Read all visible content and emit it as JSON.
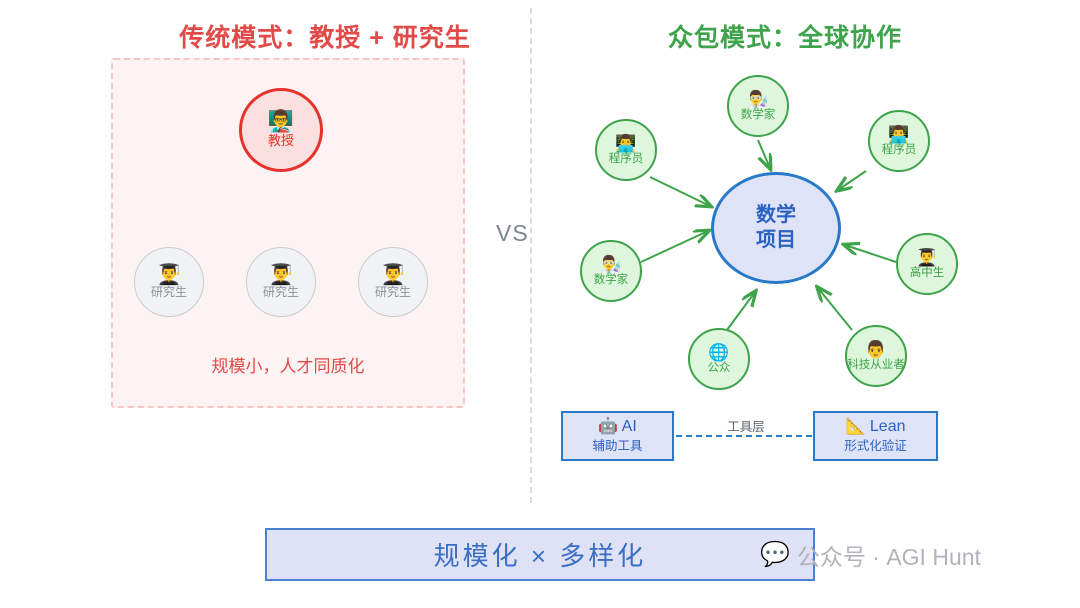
{
  "left_panel": {
    "title": "传统模式：教授 + 研究生",
    "title_color": "#e24a4a",
    "root": {
      "label": "教授",
      "icon": "teacher-emoji",
      "glyph": "👨‍🏫"
    },
    "children": [
      {
        "label": "研究生",
        "icon": "student-emoji",
        "glyph": "👨‍🎓"
      },
      {
        "label": "研究生",
        "icon": "student-emoji",
        "glyph": "👨‍🎓"
      },
      {
        "label": "研究生",
        "icon": "student-emoji",
        "glyph": "👨‍🎓"
      }
    ],
    "caption": "规模小，人才同质化"
  },
  "divider": {
    "label": "VS"
  },
  "right_panel": {
    "title": "众包模式：全球协作",
    "title_color": "#3ea34b",
    "hub": {
      "line1": "数学",
      "line2": "项目",
      "color": "#2a62c4"
    },
    "contributors": [
      {
        "label": "数学家",
        "icon": "scientist-emoji",
        "glyph": "👨‍🔬"
      },
      {
        "label": "程序员",
        "icon": "technologist-emoji",
        "glyph": "👨‍💻"
      },
      {
        "label": "程序员",
        "icon": "technologist-emoji",
        "glyph": "👨‍💻"
      },
      {
        "label": "高中生",
        "icon": "student-emoji",
        "glyph": "👨‍🎓"
      },
      {
        "label": "科技从业者",
        "icon": "person-emoji",
        "glyph": "👨"
      },
      {
        "label": "公众",
        "icon": "globe-icon",
        "glyph": "🌐"
      },
      {
        "label": "数学家",
        "icon": "scientist-emoji",
        "glyph": "👨‍🔬"
      }
    ],
    "tools": {
      "layer_label": "工具层",
      "left_box": {
        "title": "AI",
        "subtitle": "辅助工具",
        "icon": "robot-emoji",
        "glyph": "🤖"
      },
      "right_box": {
        "title": "Lean",
        "subtitle": "形式化验证",
        "icon": "triangle-ruler-emoji",
        "glyph": "📐"
      }
    }
  },
  "banner": {
    "text": "规模化 × 多样化",
    "color": "#3a6fc4"
  },
  "watermark": {
    "icon": "wechat-icon",
    "glyph": "💬",
    "text": "公众号 · AGI Hunt"
  }
}
